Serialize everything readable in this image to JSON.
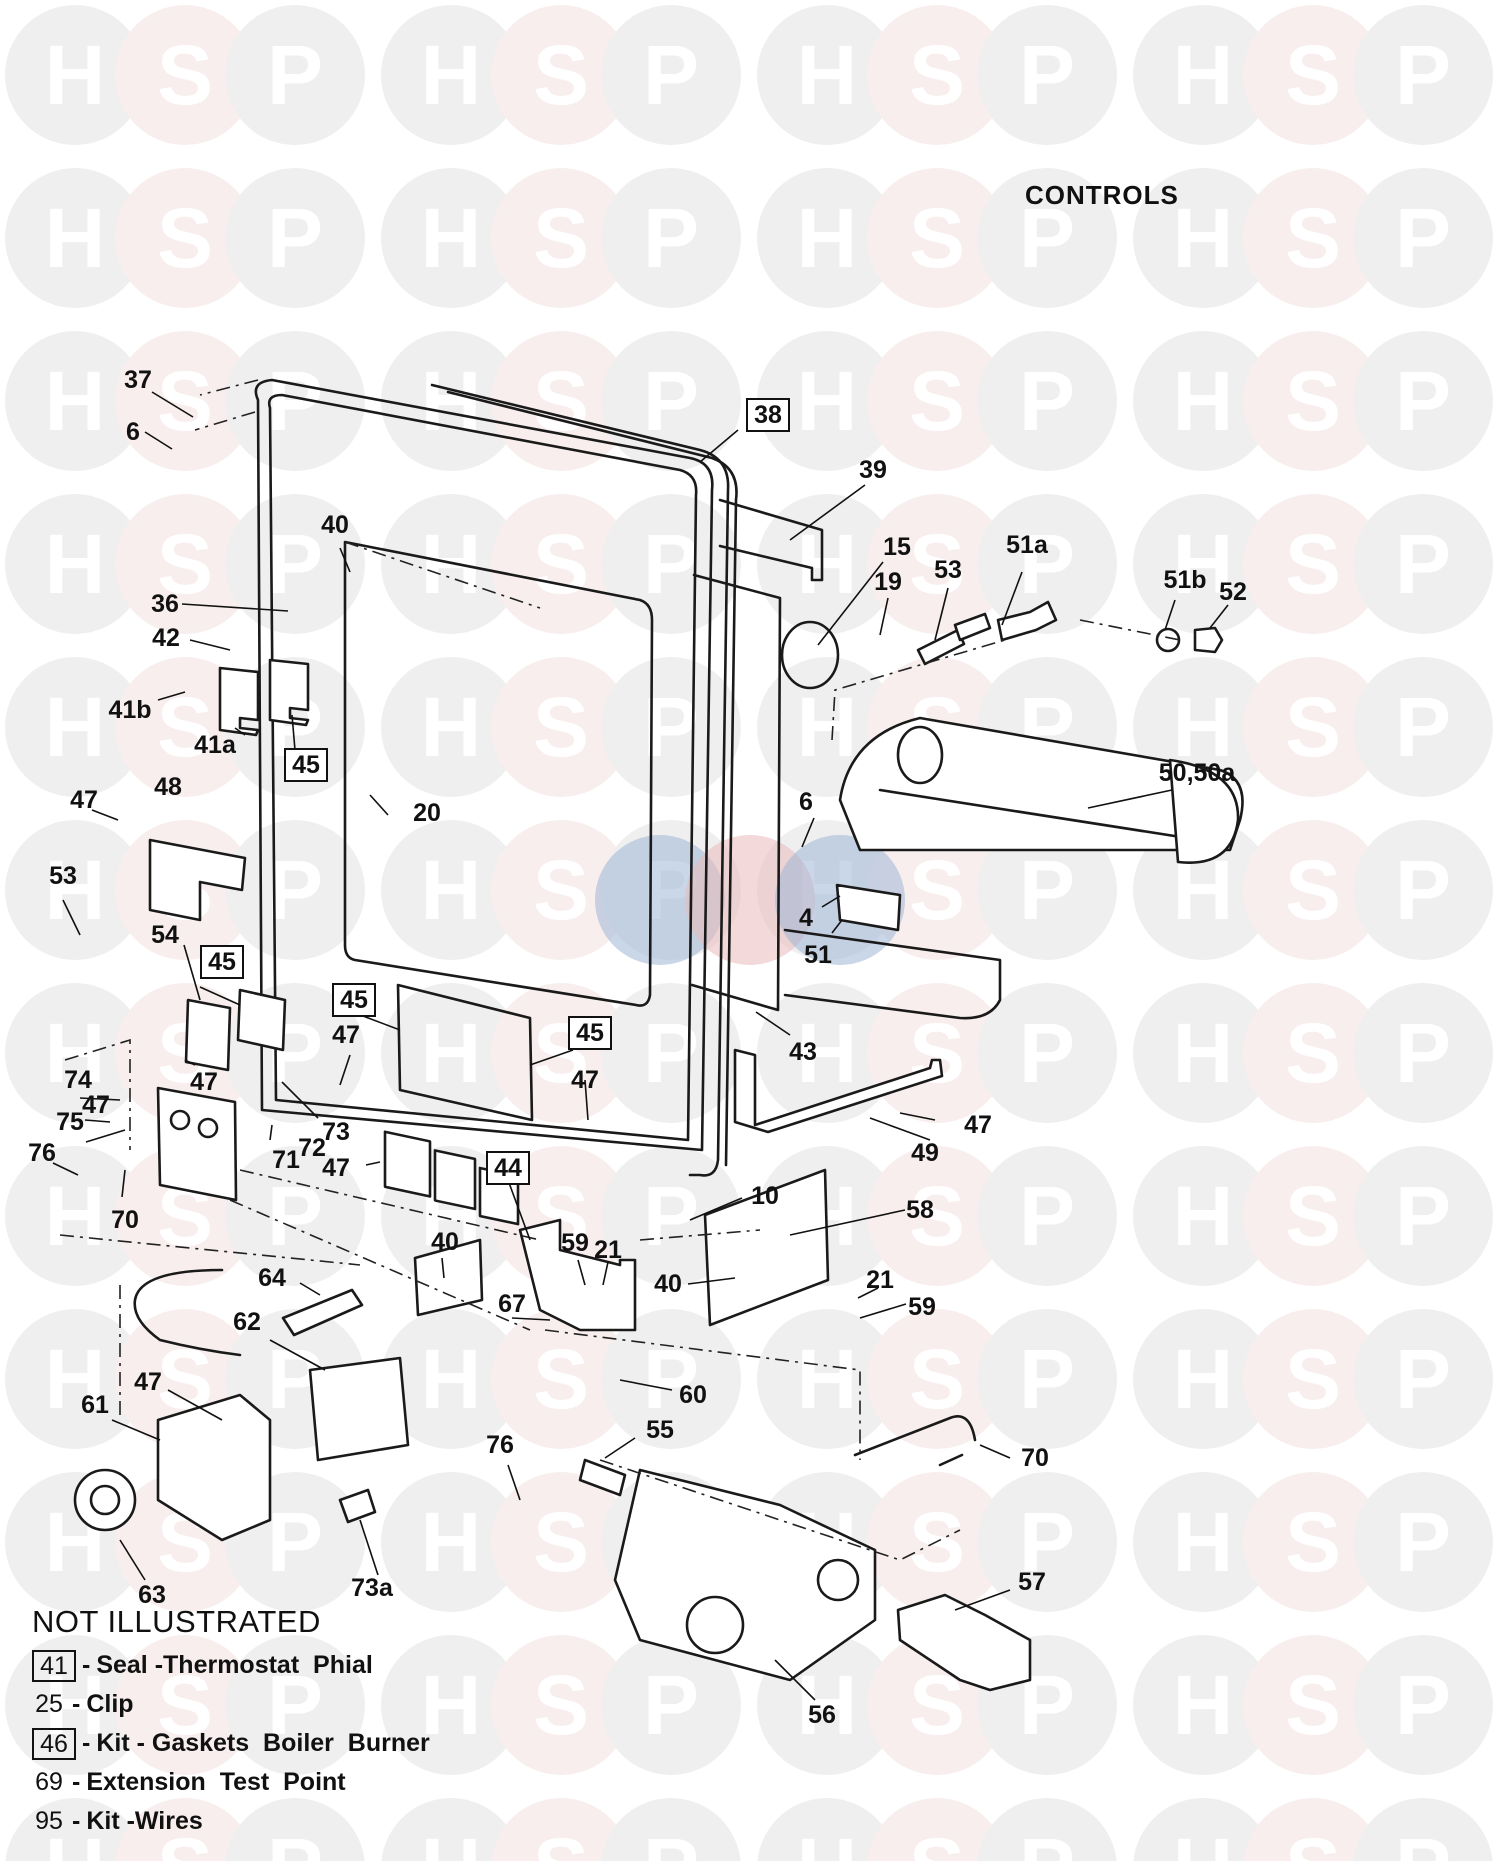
{
  "title": "CONTROLS",
  "watermark": {
    "letters": [
      "H",
      "S",
      "P"
    ],
    "colors": {
      "h_p_circle": "#efefef",
      "s_circle": "#f8eeee",
      "letter": "#ffffff",
      "center_blue": "#9fb7d6",
      "center_red": "#e9b9b9"
    }
  },
  "callouts": [
    {
      "id": "c37",
      "label": "37",
      "boxed": false
    },
    {
      "id": "c6a",
      "label": "6",
      "boxed": false
    },
    {
      "id": "c38",
      "label": "38",
      "boxed": true
    },
    {
      "id": "c39",
      "label": "39",
      "boxed": false
    },
    {
      "id": "c40a",
      "label": "40",
      "boxed": false
    },
    {
      "id": "c36",
      "label": "36",
      "boxed": false
    },
    {
      "id": "c42",
      "label": "42",
      "boxed": false
    },
    {
      "id": "c41b",
      "label": "41b",
      "boxed": false
    },
    {
      "id": "c41a",
      "label": "41a",
      "boxed": false
    },
    {
      "id": "c45a",
      "label": "45",
      "boxed": true
    },
    {
      "id": "c15",
      "label": "15",
      "boxed": false
    },
    {
      "id": "c19",
      "label": "19",
      "boxed": false
    },
    {
      "id": "c53a",
      "label": "53",
      "boxed": false
    },
    {
      "id": "c51a",
      "label": "51a",
      "boxed": false
    },
    {
      "id": "c51b",
      "label": "51b",
      "boxed": false
    },
    {
      "id": "c52",
      "label": "52",
      "boxed": false
    },
    {
      "id": "c50",
      "label": "50,50a",
      "boxed": false
    },
    {
      "id": "c47a",
      "label": "47",
      "boxed": false
    },
    {
      "id": "c48",
      "label": "48",
      "boxed": false
    },
    {
      "id": "c20",
      "label": "20",
      "boxed": false
    },
    {
      "id": "c6b",
      "label": "6",
      "boxed": false
    },
    {
      "id": "c4",
      "label": "4",
      "boxed": false
    },
    {
      "id": "c51",
      "label": "51",
      "boxed": false
    },
    {
      "id": "c53b",
      "label": "53",
      "boxed": false
    },
    {
      "id": "c54",
      "label": "54",
      "boxed": false
    },
    {
      "id": "c45b",
      "label": "45",
      "boxed": true
    },
    {
      "id": "c45c",
      "label": "45",
      "boxed": true
    },
    {
      "id": "c45d",
      "label": "45",
      "boxed": true
    },
    {
      "id": "c43",
      "label": "43",
      "boxed": false
    },
    {
      "id": "c47b",
      "label": "47",
      "boxed": false
    },
    {
      "id": "c47c",
      "label": "47",
      "boxed": false
    },
    {
      "id": "c47d",
      "label": "47",
      "boxed": false
    },
    {
      "id": "c47e",
      "label": "47",
      "boxed": false
    },
    {
      "id": "c74",
      "label": "74",
      "boxed": false
    },
    {
      "id": "c47f",
      "label": "47",
      "boxed": false
    },
    {
      "id": "c75",
      "label": "75",
      "boxed": false
    },
    {
      "id": "c76a",
      "label": "76",
      "boxed": false
    },
    {
      "id": "c73",
      "label": "73",
      "boxed": false
    },
    {
      "id": "c72",
      "label": "72",
      "boxed": false
    },
    {
      "id": "c71",
      "label": "71",
      "boxed": false
    },
    {
      "id": "c47g",
      "label": "47",
      "boxed": false
    },
    {
      "id": "c70a",
      "label": "70",
      "boxed": false
    },
    {
      "id": "c49",
      "label": "49",
      "boxed": false
    },
    {
      "id": "c44",
      "label": "44",
      "boxed": true
    },
    {
      "id": "c40b",
      "label": "40",
      "boxed": false
    },
    {
      "id": "c10",
      "label": "10",
      "boxed": false
    },
    {
      "id": "c58",
      "label": "58",
      "boxed": false
    },
    {
      "id": "c59a",
      "label": "59",
      "boxed": false
    },
    {
      "id": "c21a",
      "label": "21",
      "boxed": false
    },
    {
      "id": "c40c",
      "label": "40",
      "boxed": false
    },
    {
      "id": "c21b",
      "label": "21",
      "boxed": false
    },
    {
      "id": "c59b",
      "label": "59",
      "boxed": false
    },
    {
      "id": "c64",
      "label": "64",
      "boxed": false
    },
    {
      "id": "c62",
      "label": "62",
      "boxed": false
    },
    {
      "id": "c67",
      "label": "67",
      "boxed": false
    },
    {
      "id": "c60",
      "label": "60",
      "boxed": false
    },
    {
      "id": "c47h",
      "label": "47",
      "boxed": false
    },
    {
      "id": "c61",
      "label": "61",
      "boxed": false
    },
    {
      "id": "c76b",
      "label": "76",
      "boxed": false
    },
    {
      "id": "c55",
      "label": "55",
      "boxed": false
    },
    {
      "id": "c70b",
      "label": "70",
      "boxed": false
    },
    {
      "id": "c63",
      "label": "63",
      "boxed": false
    },
    {
      "id": "c73a",
      "label": "73a",
      "boxed": false
    },
    {
      "id": "c57",
      "label": "57",
      "boxed": false
    },
    {
      "id": "c56",
      "label": "56",
      "boxed": false
    }
  ],
  "not_illustrated": {
    "heading": "NOT  ILLUSTRATED",
    "items": [
      {
        "number": "41",
        "boxed": true,
        "separator": "-",
        "description": "Seal -Thermostat  Phial"
      },
      {
        "number": "25",
        "boxed": false,
        "separator": "-",
        "description": "Clip"
      },
      {
        "number": "46",
        "boxed": true,
        "separator": "-",
        "description": "Kit - Gaskets  Boiler  Burner"
      },
      {
        "number": "69",
        "boxed": false,
        "separator": "-",
        "description": "Extension  Test  Point"
      },
      {
        "number": "95",
        "boxed": false,
        "separator": "-",
        "description": "Kit -Wires"
      }
    ]
  }
}
